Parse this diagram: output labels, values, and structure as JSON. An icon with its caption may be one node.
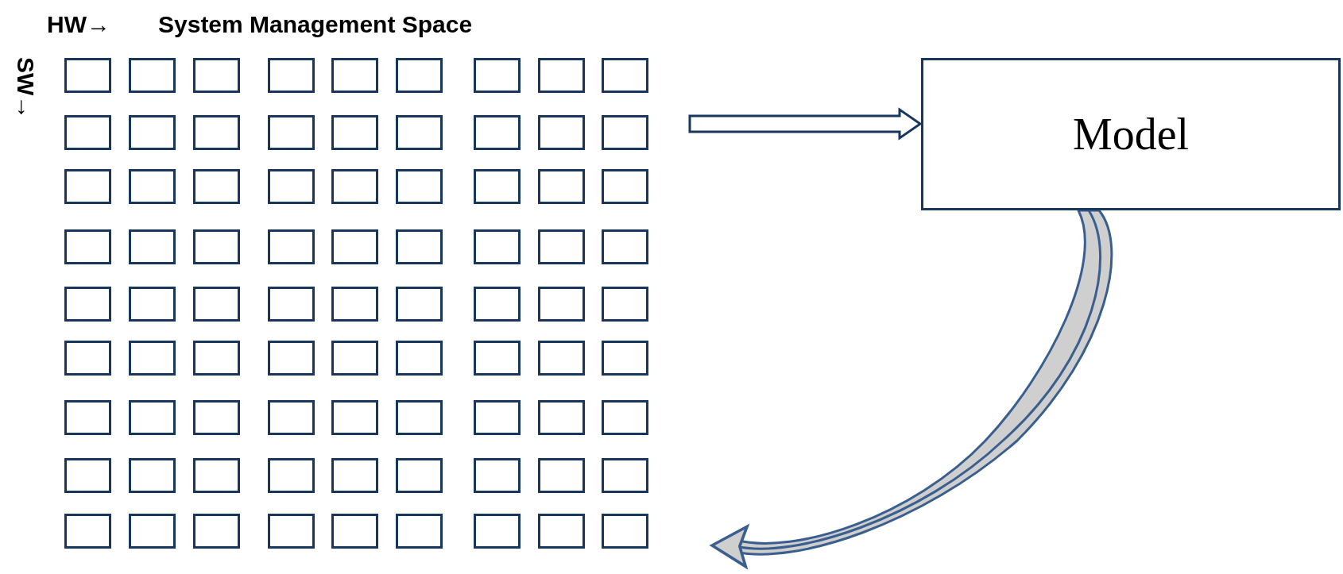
{
  "diagram": {
    "nodes": [
      {
        "text": [],
        "shape": "box"
      },
      {
        "text": [],
        "shape": "box"
      },
      {
        "text": [],
        "shape": "box"
      },
      {
        "text": [],
        "shape": "box"
      },
      {
        "text": [],
        "shape": "box"
      },
      {
        "text": [],
        "shape": "box"
      },
      {
        "text": [],
        "shape": "box"
      },
      {
        "text": [],
        "shape": "box"
      },
      {
        "text": [],
        "shape": "box"
      },
      {
        "text": [],
        "shape": "box"
      },
      {
        "text": [],
        "shape": "box"
      },
      {
        "text": [],
        "shape": "box"
      },
      {
        "text": [],
        "shape": "box"
      },
      {
        "text": [],
        "shape": "box"
      },
      {
        "text": [],
        "shape": "box"
      },
      {
        "text": [],
        "shape": "box"
      },
      {
        "text": [],
        "shape": "box"
      },
      {
        "text": [],
        "shape": "box"
      },
      {
        "text": [],
        "shape": "box"
      },
      {
        "text": [],
        "shape": "box"
      },
      {
        "text": [],
        "shape": "box"
      },
      {
        "text": [],
        "shape": "box"
      },
      {
        "text": [],
        "shape": "box"
      },
      {
        "text": [],
        "shape": "box"
      },
      {
        "text": [],
        "shape": "box"
      },
      {
        "text": [],
        "shape": "box"
      },
      {
        "text": [],
        "shape": "box"
      },
      {
        "text": [],
        "shape": "box"
      },
      {
        "text": [],
        "shape": "box"
      },
      {
        "text": [],
        "shape": "box"
      },
      {
        "text": [],
        "shape": "box"
      },
      {
        "text": [],
        "shape": "box"
      },
      {
        "text": [],
        "shape": "box"
      },
      {
        "text": [],
        "shape": "box"
      },
      {
        "text": [],
        "shape": "box"
      },
      {
        "text": [],
        "shape": "box"
      },
      {
        "text": [],
        "shape": "box"
      },
      {
        "text": [],
        "shape": "box"
      },
      {
        "text": [],
        "shape": "box"
      },
      {
        "text": [],
        "shape": "box"
      },
      {
        "text": [],
        "shape": "box"
      },
      {
        "text": [],
        "shape": "box"
      },
      {
        "text": [],
        "shape": "box"
      },
      {
        "text": [],
        "shape": "box"
      },
      {
        "text": [],
        "shape": "box"
      },
      {
        "text": [],
        "shape": "box"
      },
      {
        "text": [],
        "shape": "box"
      },
      {
        "text": [],
        "shape": "box"
      },
      {
        "text": [],
        "shape": "box"
      },
      {
        "text": [],
        "shape": "box"
      },
      {
        "text": [],
        "shape": "box"
      },
      {
        "text": [],
        "shape": "box"
      },
      {
        "text": [],
        "shape": "box"
      },
      {
        "text": [],
        "shape": "box"
      },
      {
        "text": [],
        "shape": "box"
      },
      {
        "text": [],
        "shape": "box"
      },
      {
        "text": [],
        "shape": "box"
      },
      {
        "text": [],
        "shape": "box"
      },
      {
        "text": [],
        "shape": "box"
      },
      {
        "text": [],
        "shape": "box"
      },
      {
        "text": [],
        "shape": "box"
      },
      {
        "text": [],
        "shape": "box"
      },
      {
        "text": [],
        "shape": "box"
      },
      {
        "text": [],
        "shape": "box"
      },
      {
        "text": [],
        "shape": "box"
      },
      {
        "text": [],
        "shape": "box"
      },
      {
        "text": [],
        "shape": "box"
      },
      {
        "text": [],
        "shape": "box"
      },
      {
        "text": [],
        "shape": "box"
      },
      {
        "text": [],
        "shape": "box"
      },
      {
        "text": [],
        "shape": "box"
      },
      {
        "text": [],
        "shape": "box"
      },
      {
        "text": [],
        "shape": "box"
      },
      {
        "text": [],
        "shape": "box"
      },
      {
        "text": [],
        "shape": "box"
      },
      {
        "text": [],
        "shape": "box"
      },
      {
        "text": [],
        "shape": "box"
      },
      {
        "text": [],
        "shape": "box"
      },
      {
        "text": [],
        "shape": "box"
      },
      {
        "text": [],
        "shape": "box"
      },
      {
        "text": [],
        "shape": "box"
      },
      {
        "text": [
          "Model"
        ]
      }
    ],
    "edges": [
      {
        "from": null,
        "to": 81,
        "arrow": "to"
      },
      {
        "from": 81,
        "to": null,
        "arrow": "to"
      }
    ],
    "labels": [
      "HW→",
      "System Management Space",
      "SW→"
    ]
  }
}
